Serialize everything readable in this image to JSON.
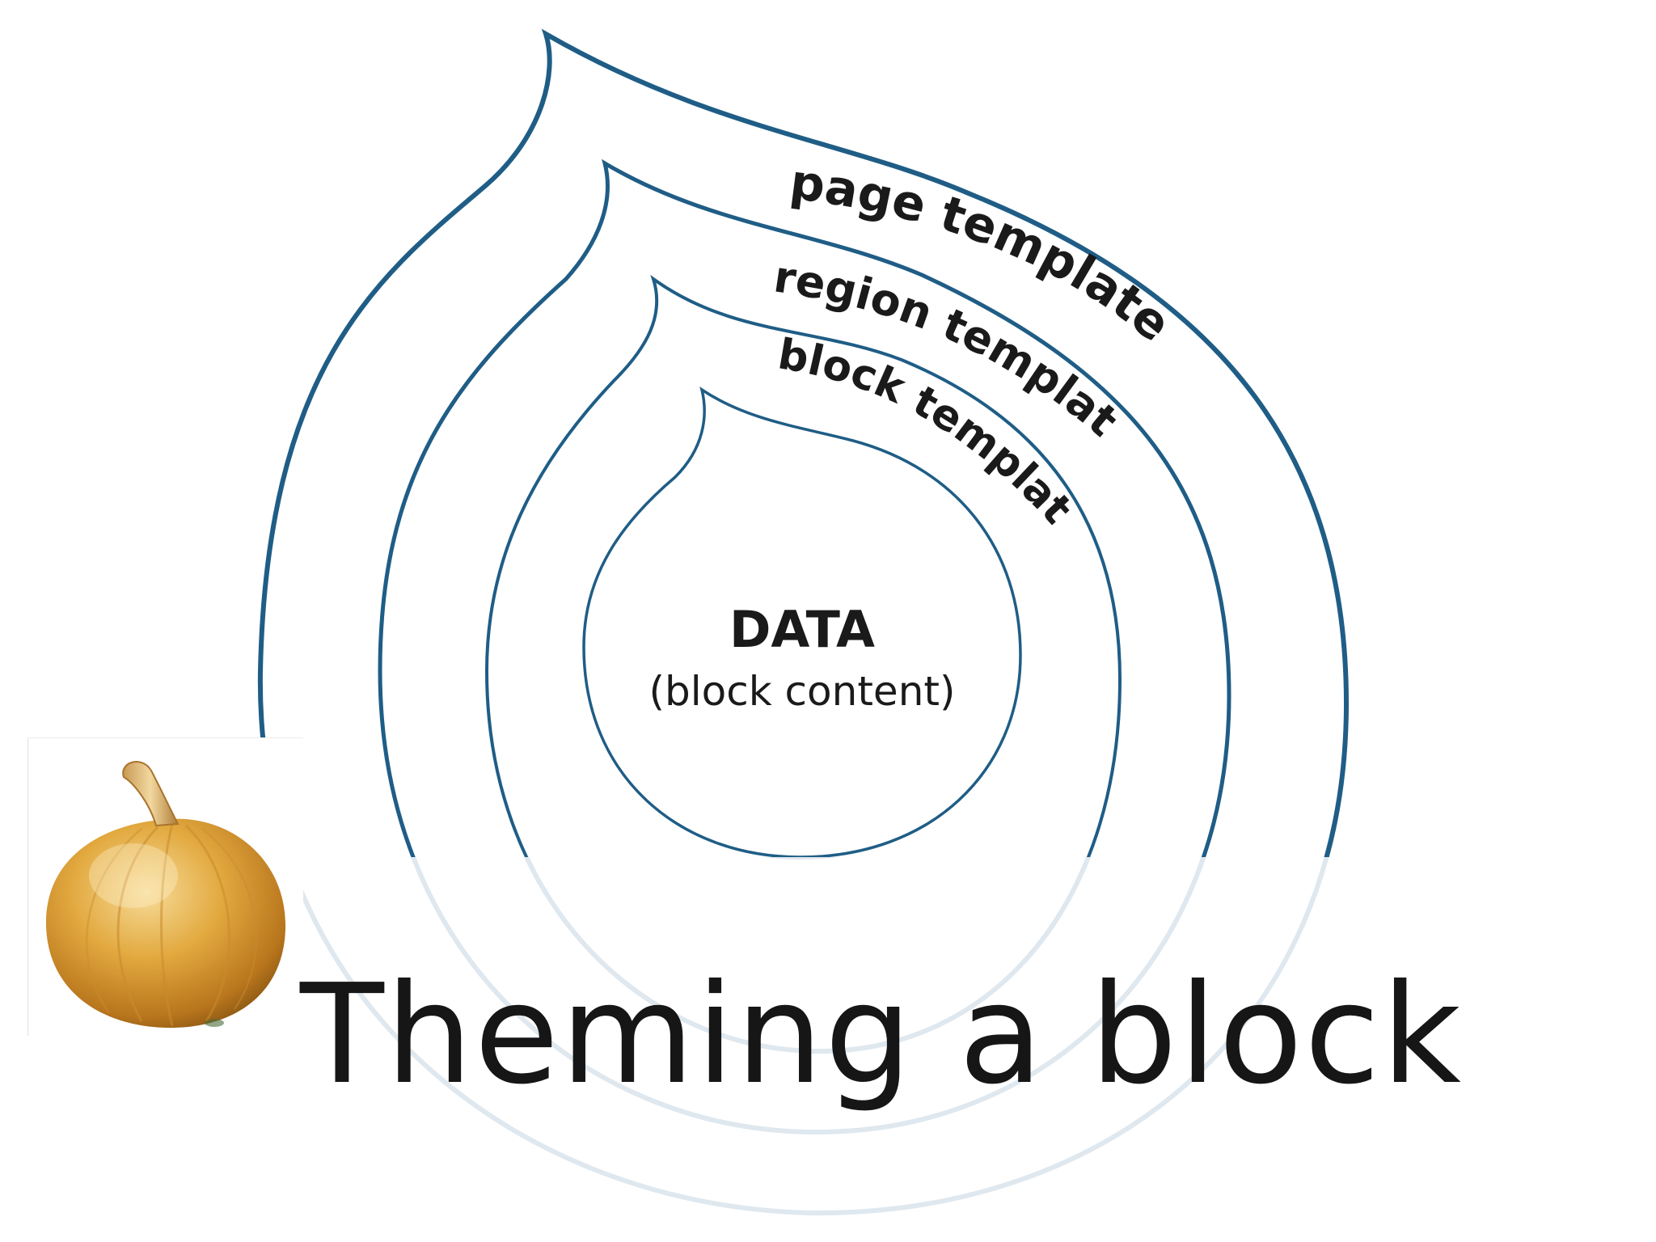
{
  "diagram": {
    "layers": [
      {
        "label": "page template"
      },
      {
        "label": "region template"
      },
      {
        "label": "block template"
      }
    ],
    "core": {
      "title": "DATA",
      "subtitle": "(block content)"
    },
    "stroke_color": "#1f5d86",
    "fade_color": "#dfe8ef"
  },
  "illustration": {
    "icon": "onion-icon"
  },
  "slide": {
    "title": "Theming a block"
  }
}
